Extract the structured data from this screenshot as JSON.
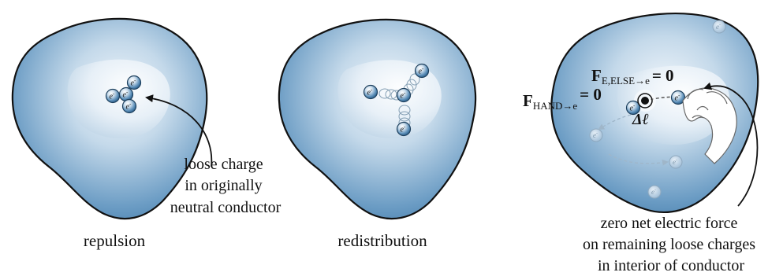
{
  "panels": [
    {
      "caption": "repulsion",
      "annotation": [
        "loose charge",
        "in originally",
        "neutral conductor"
      ]
    },
    {
      "caption": "redistribution"
    },
    {
      "annotation": [
        "zero net electric force",
        "on remaining loose charges",
        "in interior of conductor"
      ]
    }
  ],
  "electron_label": {
    "base": "e",
    "sup": "-"
  },
  "forces": {
    "else": {
      "symbol": "F",
      "subscript": "E,ELSE→e",
      "equals": "= 0"
    },
    "hand": {
      "symbol": "F",
      "subscript": "HAND→e",
      "equals": "= 0"
    },
    "displacement": "Δℓ"
  },
  "colors": {
    "conductor_outer": "#5b8fb9",
    "conductor_light": "#dde9f3",
    "electron_fill": "#3f78a6",
    "outline": "#111111"
  }
}
